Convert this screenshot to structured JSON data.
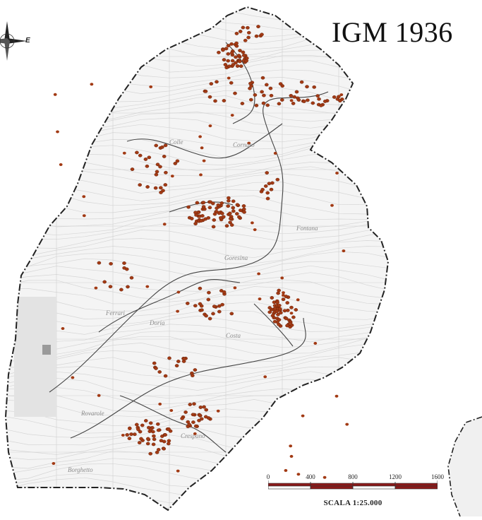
{
  "map": {
    "title": "IGM 1936",
    "compass": {
      "east_label": "E"
    },
    "scale": {
      "ticks": [
        "0",
        "400",
        "800",
        "1200",
        "1600"
      ],
      "caption": "SCALA 1:25.000"
    },
    "place_labels": [
      "Cornaro",
      "Goresina",
      "Ferrari",
      "Doria",
      "Fontana",
      "Rovarole",
      "Borghetto",
      "Crespano",
      "Costa",
      "Colle"
    ],
    "colors": {
      "boundary": "#222222",
      "points": "#a23a14",
      "contours": "#d6d6d6",
      "paths": "#444444"
    }
  }
}
